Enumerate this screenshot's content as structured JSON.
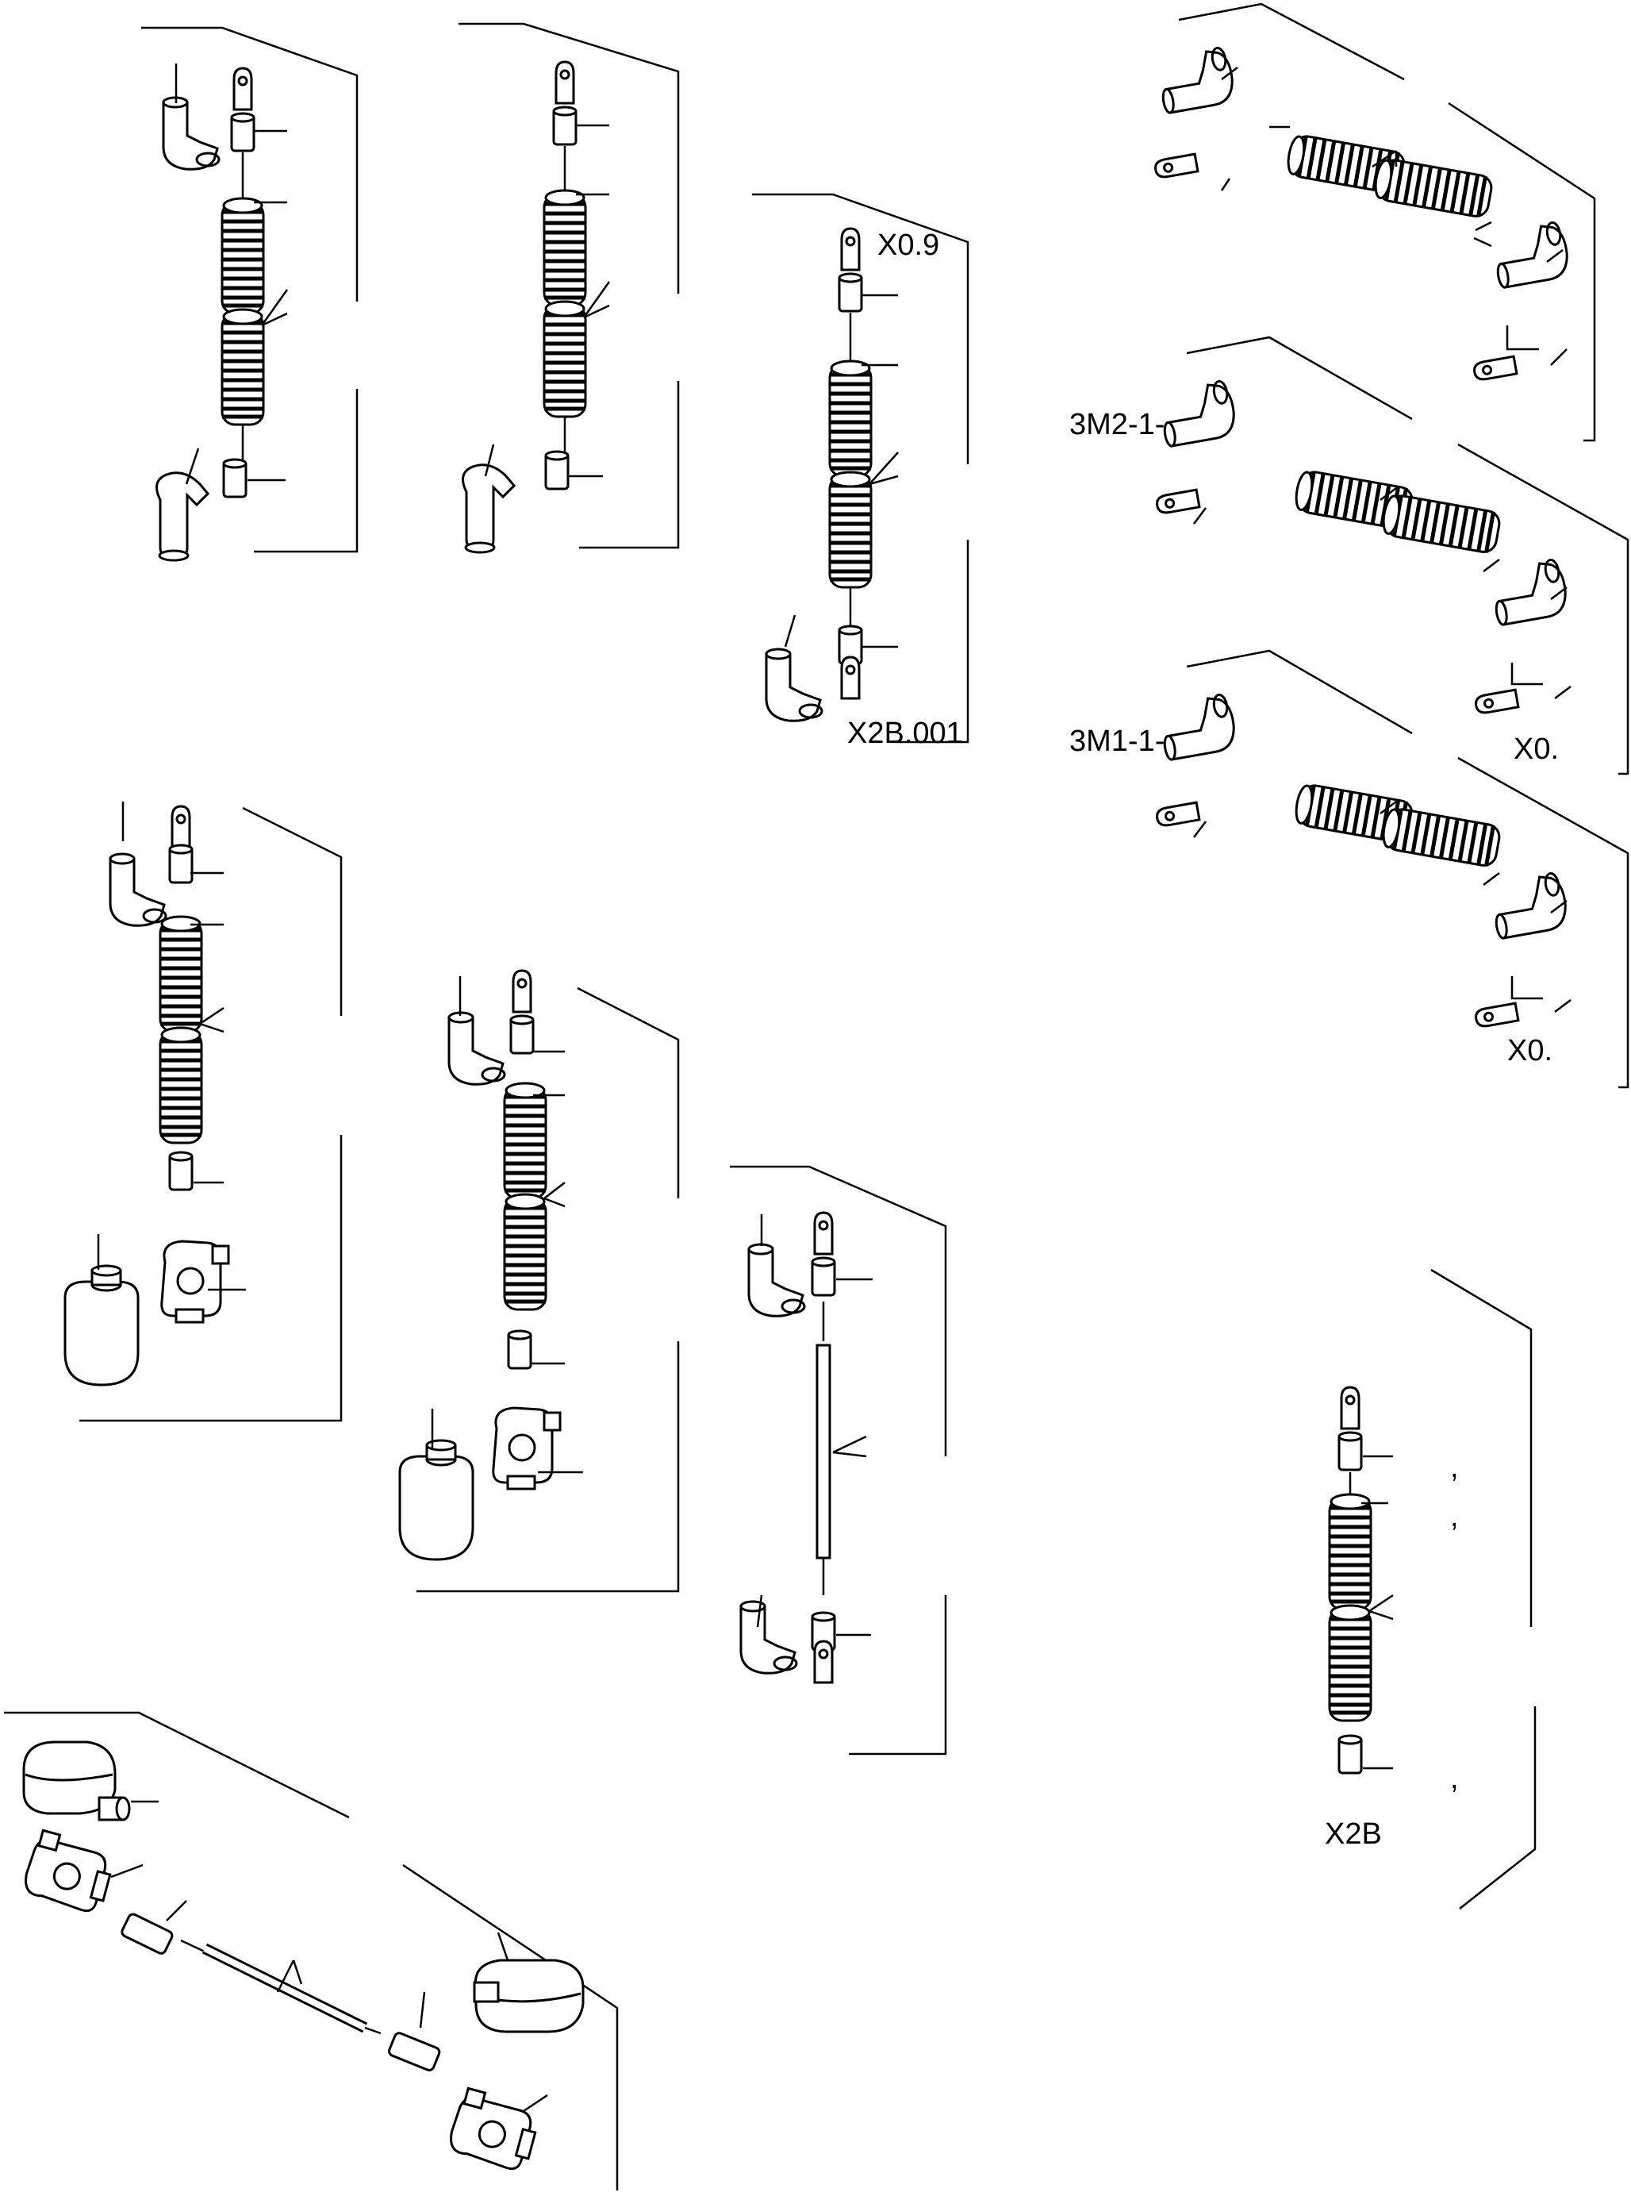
{
  "labels": {
    "x09": "X0.9",
    "x2b001": "X2B.001",
    "m2": "3M2-1-",
    "m1": "3M1-1-",
    "x0a": "X0.",
    "x0b": "X0.",
    "x2b": "X2B",
    "comma1": ",",
    "comma2": ",",
    "comma3": ","
  },
  "colors": {
    "ink": "#000000",
    "paper": "#ffffff",
    "coil": "#3a3a3a"
  }
}
